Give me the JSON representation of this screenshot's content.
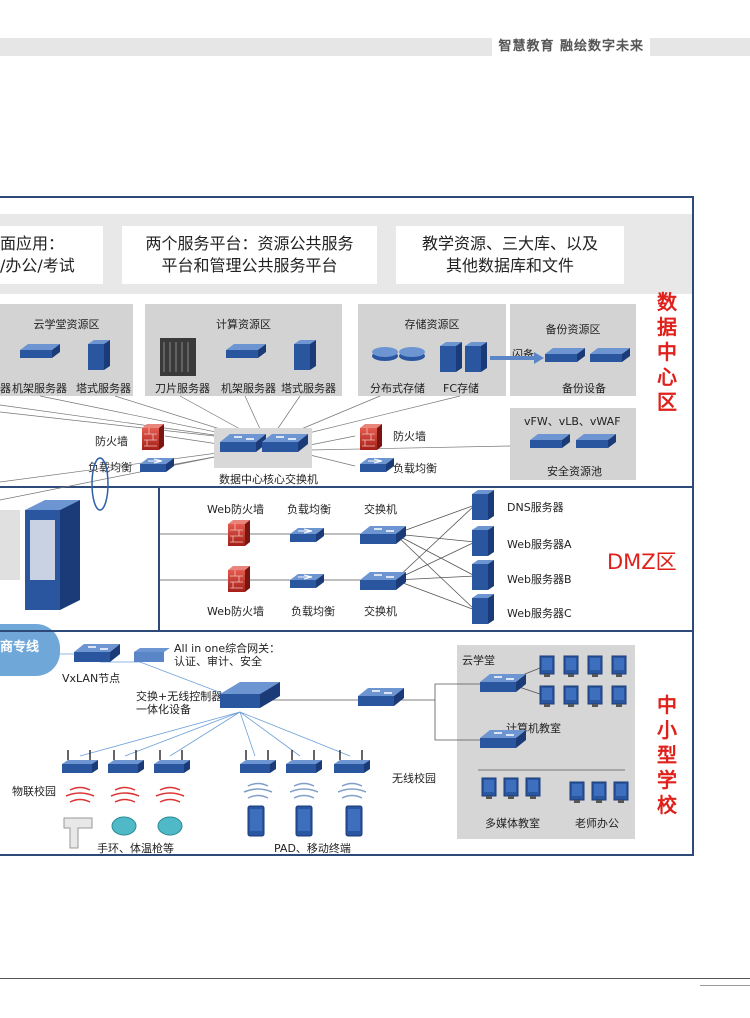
{
  "header": {
    "slogan": "智慧教育 融绘数字未来"
  },
  "services": [
    {
      "line1": "面应用：",
      "line2": "/办公/考试"
    },
    {
      "line1": "两个服务平台：资源公共服务",
      "line2": "平台和管理公共服务平台"
    },
    {
      "line1": "教学资源、三大库、以及",
      "line2": "其他数据库和文件"
    }
  ],
  "datacenter": {
    "label": "数据中心区",
    "zones": [
      {
        "title": "云学堂资源区",
        "items": [
          "器",
          "机架服务器",
          "塔式服务器"
        ]
      },
      {
        "title": "计算资源区",
        "items": [
          "刀片服务器",
          "机架服务器",
          "塔式服务器"
        ]
      },
      {
        "title": "存储资源区",
        "items": [
          "分布式存储",
          "FC存储"
        ]
      },
      {
        "title": "备份资源区",
        "items": [
          "备份设备"
        ]
      }
    ],
    "flash_label": "闪备",
    "firewall": "防火墙",
    "loadbalance": "负载均衡",
    "firewall_right": "防火墙",
    "loadbalance_right": "负载均衡",
    "core_switch": "数据中心核心交换机",
    "pool_title": "vFW、vLB、vWAF",
    "pool_label": "安全资源池"
  },
  "dmz": {
    "label": "DMZ区",
    "web_fw": "Web防火墙",
    "lb": "负载均衡",
    "switch": "交换机",
    "web_fw2": "Web防火墙",
    "lb2": "负载均衡",
    "switch2": "交换机",
    "servers": [
      "DNS服务器",
      "Web服务器A",
      "Web服务器B",
      "Web服务器C"
    ]
  },
  "school": {
    "label": "中小型学校",
    "cloud_text": "商专线",
    "vxlan": "VxLAN节点",
    "allinone_line1": "All in one综合网关：",
    "allinone_line2": "认证、审计、安全",
    "switch_wlc_line1": "交换+无线控制器",
    "switch_wlc_line2": "一体化设备",
    "iot_campus": "物联校园",
    "wireless_campus": "无线校园",
    "wearables": "手环、体温枪等",
    "pad": "PAD、移动终端",
    "yunxuetang": "云学堂",
    "computer_room": "计算机教室",
    "multimedia": "多媒体教室",
    "teacher_office": "老师办公"
  },
  "colors": {
    "frame": "#2d4a7a",
    "accent_red": "#e0201b",
    "device_blue": "#2f5fa8",
    "zone_gray": "#d3d3d3"
  }
}
